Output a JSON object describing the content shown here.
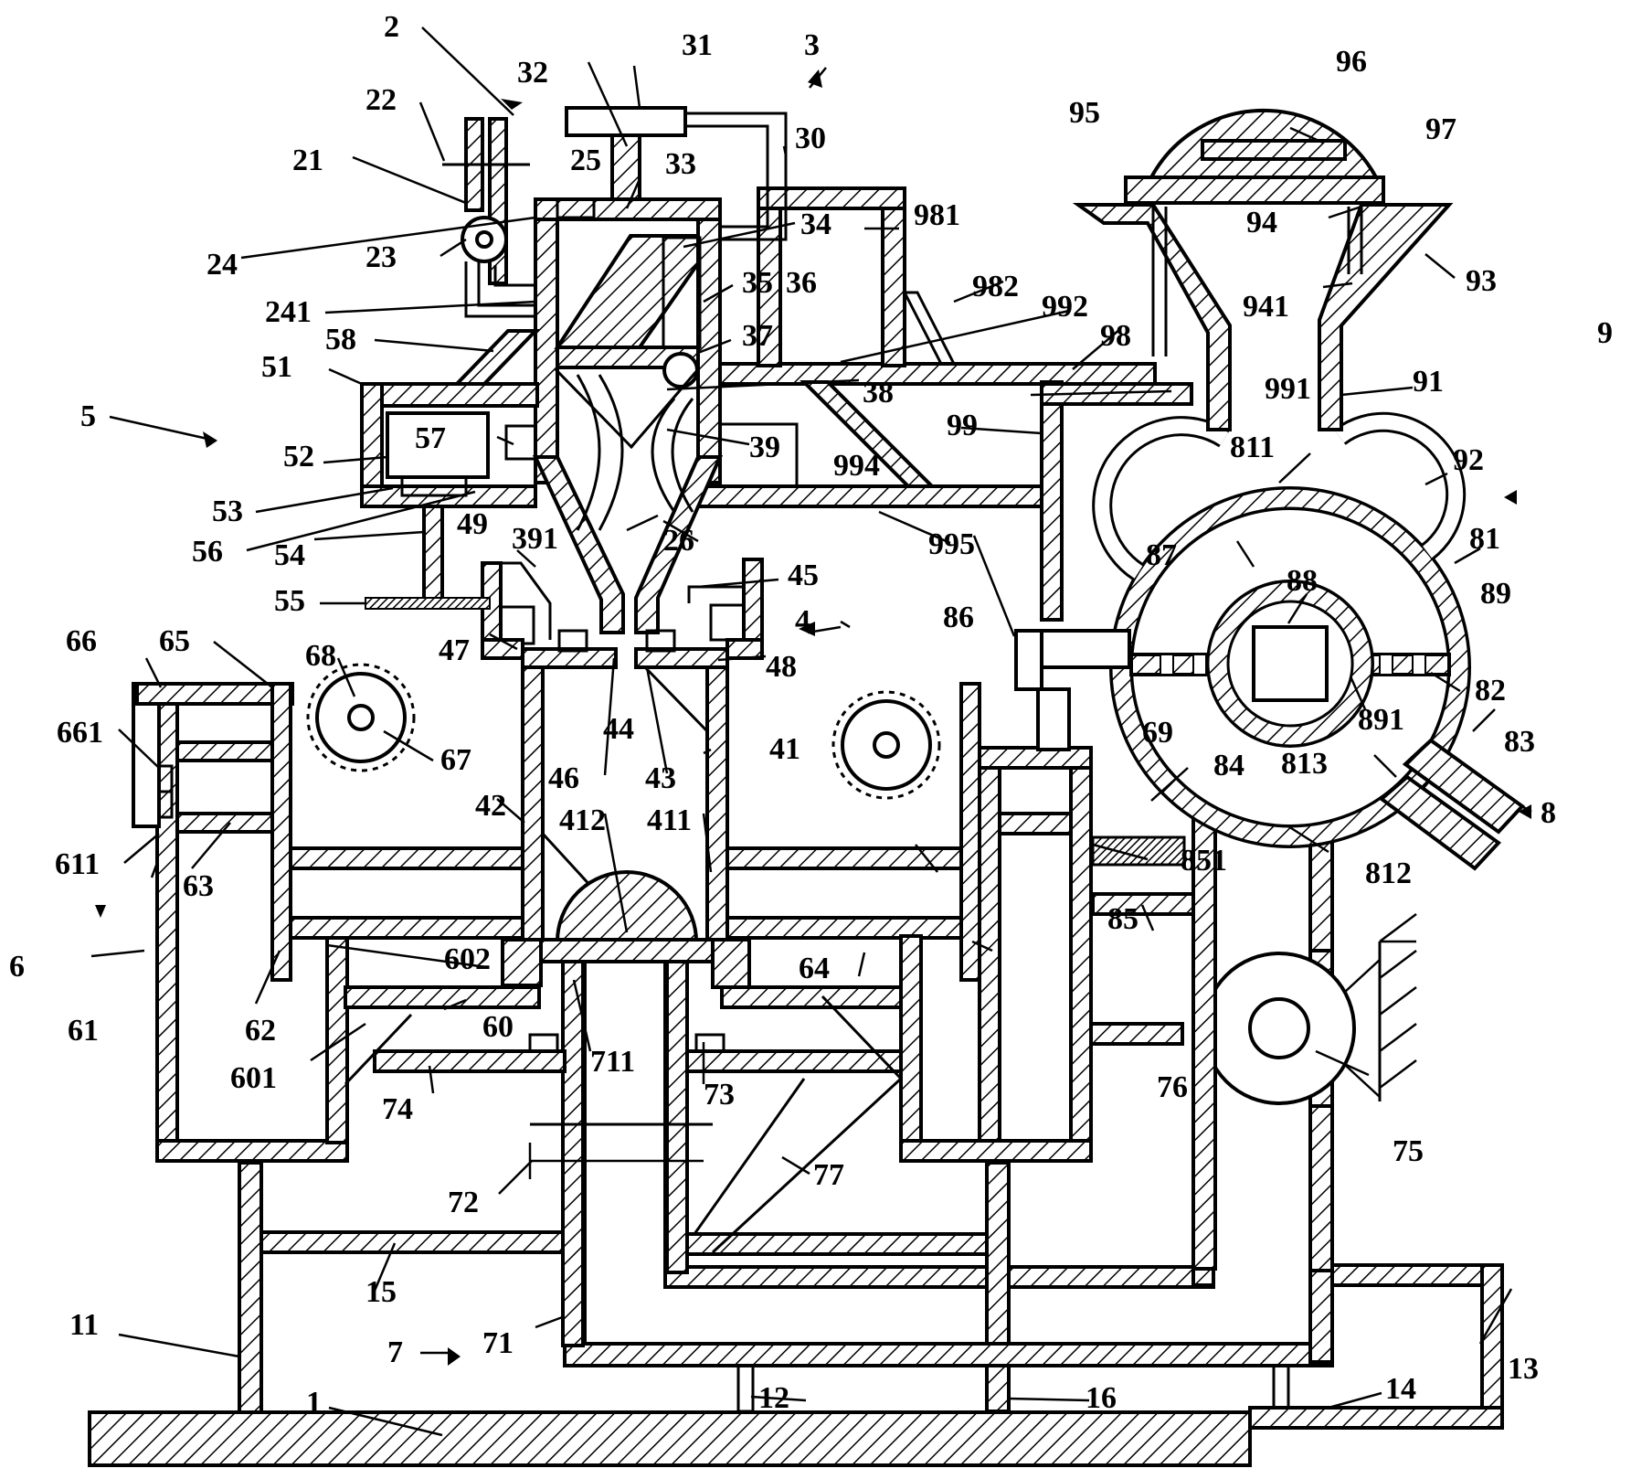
{
  "labels": [
    {
      "id": "1",
      "text": "1"
    },
    {
      "id": "2",
      "text": "2"
    },
    {
      "id": "3",
      "text": "3"
    },
    {
      "id": "4",
      "text": "4"
    },
    {
      "id": "5",
      "text": "5"
    },
    {
      "id": "6",
      "text": "6"
    },
    {
      "id": "7",
      "text": "7"
    },
    {
      "id": "8",
      "text": "8"
    },
    {
      "id": "9",
      "text": "9"
    },
    {
      "id": "11",
      "text": "11"
    },
    {
      "id": "12",
      "text": "12"
    },
    {
      "id": "13",
      "text": "13"
    },
    {
      "id": "14",
      "text": "14"
    },
    {
      "id": "15",
      "text": "15"
    },
    {
      "id": "16",
      "text": "16"
    },
    {
      "id": "21",
      "text": "21"
    },
    {
      "id": "22",
      "text": "22"
    },
    {
      "id": "23",
      "text": "23"
    },
    {
      "id": "24",
      "text": "24"
    },
    {
      "id": "241",
      "text": "241"
    },
    {
      "id": "25",
      "text": "25"
    },
    {
      "id": "26",
      "text": "26"
    },
    {
      "id": "30",
      "text": "30"
    },
    {
      "id": "31",
      "text": "31"
    },
    {
      "id": "32",
      "text": "32"
    },
    {
      "id": "33",
      "text": "33"
    },
    {
      "id": "34",
      "text": "34"
    },
    {
      "id": "35",
      "text": "35"
    },
    {
      "id": "36",
      "text": "36"
    },
    {
      "id": "37",
      "text": "37"
    },
    {
      "id": "38",
      "text": "38"
    },
    {
      "id": "39",
      "text": "39"
    },
    {
      "id": "391",
      "text": "391"
    },
    {
      "id": "41",
      "text": "41"
    },
    {
      "id": "411",
      "text": "411"
    },
    {
      "id": "412",
      "text": "412"
    },
    {
      "id": "42",
      "text": "42"
    },
    {
      "id": "43",
      "text": "43"
    },
    {
      "id": "44",
      "text": "44"
    },
    {
      "id": "45",
      "text": "45"
    },
    {
      "id": "46",
      "text": "46"
    },
    {
      "id": "47",
      "text": "47"
    },
    {
      "id": "48",
      "text": "48"
    },
    {
      "id": "49",
      "text": "49"
    },
    {
      "id": "51",
      "text": "51"
    },
    {
      "id": "52",
      "text": "52"
    },
    {
      "id": "53",
      "text": "53"
    },
    {
      "id": "54",
      "text": "54"
    },
    {
      "id": "55",
      "text": "55"
    },
    {
      "id": "56",
      "text": "56"
    },
    {
      "id": "57",
      "text": "57"
    },
    {
      "id": "58",
      "text": "58"
    },
    {
      "id": "60",
      "text": "60"
    },
    {
      "id": "601",
      "text": "601"
    },
    {
      "id": "602",
      "text": "602"
    },
    {
      "id": "61",
      "text": "61"
    },
    {
      "id": "611",
      "text": "611"
    },
    {
      "id": "62",
      "text": "62"
    },
    {
      "id": "63",
      "text": "63"
    },
    {
      "id": "64",
      "text": "64"
    },
    {
      "id": "65",
      "text": "65"
    },
    {
      "id": "66",
      "text": "66"
    },
    {
      "id": "661",
      "text": "661"
    },
    {
      "id": "67",
      "text": "67"
    },
    {
      "id": "68",
      "text": "68"
    },
    {
      "id": "69",
      "text": "69"
    },
    {
      "id": "71",
      "text": "71"
    },
    {
      "id": "711",
      "text": "711"
    },
    {
      "id": "72",
      "text": "72"
    },
    {
      "id": "73",
      "text": "73"
    },
    {
      "id": "74",
      "text": "74"
    },
    {
      "id": "75",
      "text": "75"
    },
    {
      "id": "76",
      "text": "76"
    },
    {
      "id": "77",
      "text": "77"
    },
    {
      "id": "81",
      "text": "81"
    },
    {
      "id": "811",
      "text": "811"
    },
    {
      "id": "812",
      "text": "812"
    },
    {
      "id": "813",
      "text": "813"
    },
    {
      "id": "82",
      "text": "82"
    },
    {
      "id": "83",
      "text": "83"
    },
    {
      "id": "84",
      "text": "84"
    },
    {
      "id": "85",
      "text": "85"
    },
    {
      "id": "851",
      "text": "851"
    },
    {
      "id": "86",
      "text": "86"
    },
    {
      "id": "87",
      "text": "87"
    },
    {
      "id": "88",
      "text": "88"
    },
    {
      "id": "89",
      "text": "89"
    },
    {
      "id": "891",
      "text": "891"
    },
    {
      "id": "91",
      "text": "91"
    },
    {
      "id": "92",
      "text": "92"
    },
    {
      "id": "93",
      "text": "93"
    },
    {
      "id": "94",
      "text": "94"
    },
    {
      "id": "941",
      "text": "941"
    },
    {
      "id": "95",
      "text": "95"
    },
    {
      "id": "96",
      "text": "96"
    },
    {
      "id": "97",
      "text": "97"
    },
    {
      "id": "98",
      "text": "98"
    },
    {
      "id": "981",
      "text": "981"
    },
    {
      "id": "982",
      "text": "982"
    },
    {
      "id": "99",
      "text": "99"
    },
    {
      "id": "991",
      "text": "991"
    },
    {
      "id": "992",
      "text": "992"
    },
    {
      "id": "994",
      "text": "994"
    },
    {
      "id": "995",
      "text": "995"
    }
  ]
}
